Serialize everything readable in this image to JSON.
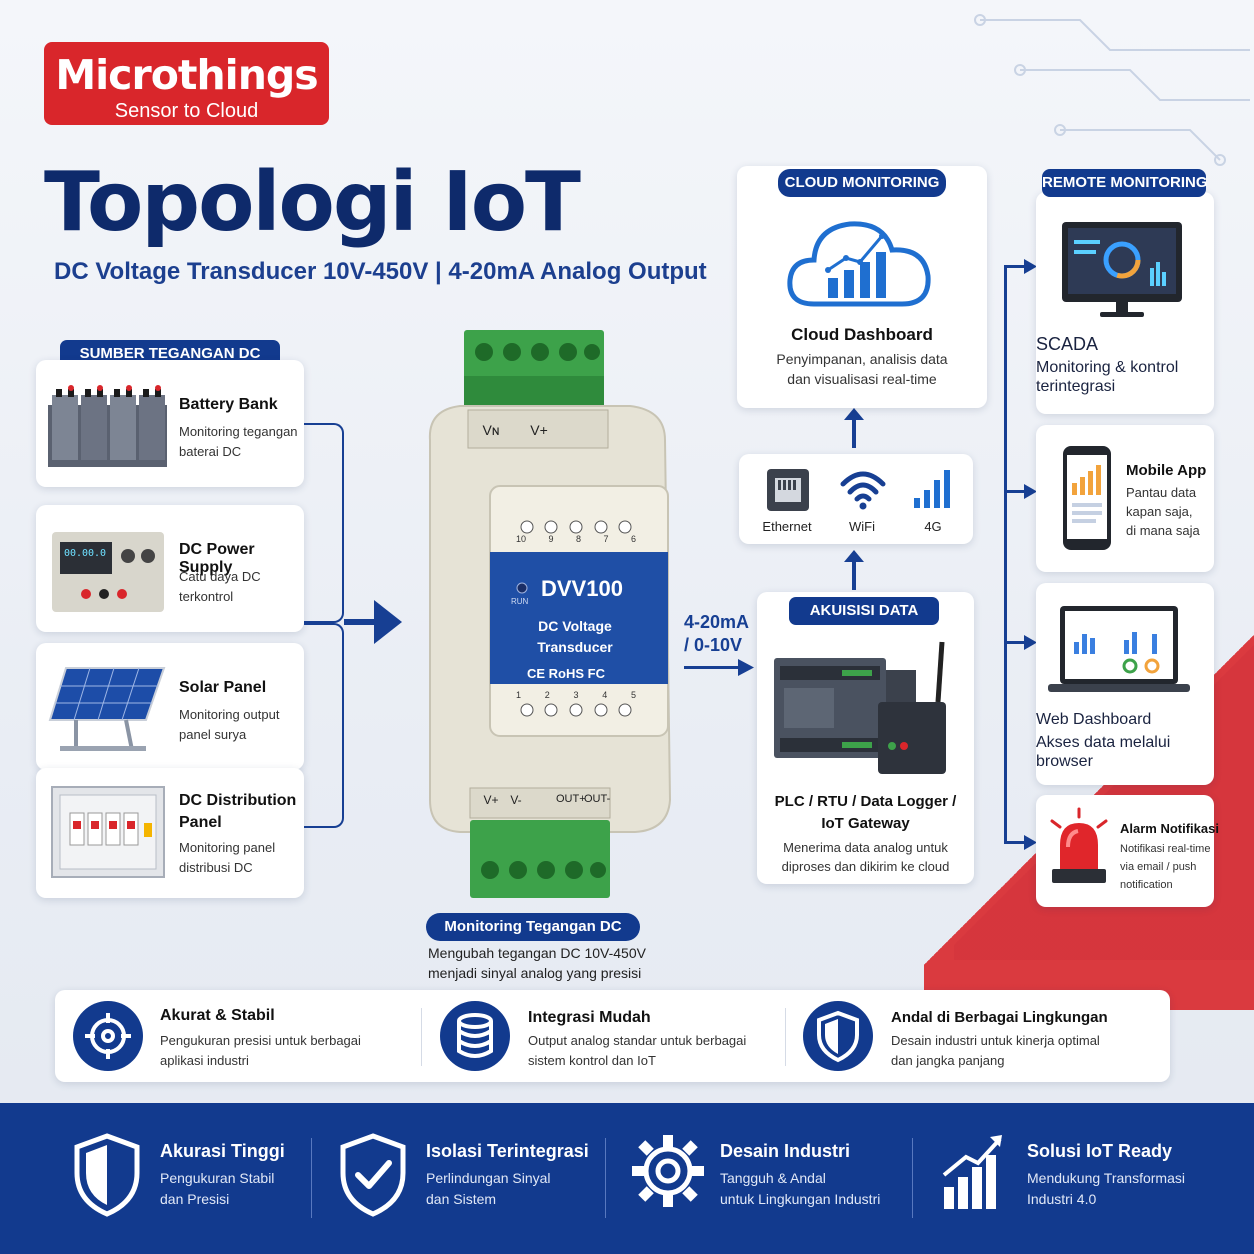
{
  "brand": {
    "name": "Microthings",
    "tagline": "Sensor to Cloud"
  },
  "title": "Topologi IoT",
  "subtitle": "DC Voltage Transducer 10V-450V | 4-20mA Analog Output",
  "sources": {
    "header": "SUMBER TEGANGAN DC",
    "items": [
      {
        "title": "Battery Bank",
        "desc": "Monitoring tegangan baterai DC",
        "icon": "battery-bank-icon"
      },
      {
        "title": "DC Power Supply",
        "desc": "Catu daya DC terkontrol",
        "icon": "power-supply-icon"
      },
      {
        "title": "Solar Panel",
        "desc": "Monitoring output panel surya",
        "icon": "solar-panel-icon"
      },
      {
        "title": "DC Distribution Panel",
        "desc": "Monitoring panel distribusi DC",
        "icon": "distribution-panel-icon"
      }
    ]
  },
  "device": {
    "model": "DVV100",
    "name_line1": "DC Voltage",
    "name_line2": "Transducer",
    "run": "RUN",
    "certs": "CE RoHS FC",
    "top_terminals": [
      "Vɴ",
      "V+",
      "",
      "",
      ""
    ],
    "top_numbers": [
      "10",
      "9",
      "8",
      "7",
      "6"
    ],
    "bottom_numbers": [
      "1",
      "2",
      "3",
      "4",
      "5"
    ],
    "bottom_terminals": [
      "V+",
      "V-",
      "",
      "OUT+",
      "OUT-"
    ],
    "caption_pill": "Monitoring Tegangan DC",
    "caption_line1": "Mengubah tegangan DC 10V-450V",
    "caption_line2": "menjadi sinyal analog yang presisi"
  },
  "signal": {
    "line1": "4-20mA",
    "line2": "/ 0-10V"
  },
  "acquisition": {
    "header": "AKUISISI DATA",
    "title_line1": "PLC / RTU / Data Logger /",
    "title_line2": "IoT Gateway",
    "desc_line1": "Menerima data analog untuk",
    "desc_line2": "diproses dan dikirim ke cloud"
  },
  "connectivity": [
    {
      "label": "Ethernet",
      "icon": "ethernet-icon"
    },
    {
      "label": "WiFi",
      "icon": "wifi-icon"
    },
    {
      "label": "4G",
      "icon": "signal-4g-icon"
    }
  ],
  "cloud": {
    "header": "CLOUD MONITORING",
    "title": "Cloud Dashboard",
    "desc_line1": "Penyimpanan, analisis data",
    "desc_line2": "dan visualisasi real-time"
  },
  "remote": {
    "header": "REMOTE MONITORING",
    "scada": {
      "title": "SCADA",
      "desc_line1": "Monitoring & kontrol",
      "desc_line2": "terintegrasi"
    },
    "mobile": {
      "title": "Mobile App",
      "desc_line1": "Pantau data",
      "desc_line2": "kapan saja,",
      "desc_line3": "di mana saja"
    },
    "web": {
      "title": "Web Dashboard",
      "desc_line1": "Akses data melalui",
      "desc_line2": "browser"
    },
    "alarm": {
      "title": "Alarm Notifikasi",
      "desc_line1": "Notifikasi real-time",
      "desc_line2": "via email / push",
      "desc_line3": "notification"
    }
  },
  "features": [
    {
      "title": "Akurat & Stabil",
      "desc_line1": "Pengukuran presisi untuk berbagai",
      "desc_line2": "aplikasi industri",
      "icon": "crosshair-icon"
    },
    {
      "title": "Integrasi Mudah",
      "desc_line1": "Output analog standar untuk berbagai",
      "desc_line2": "sistem kontrol dan IoT",
      "icon": "database-icon"
    },
    {
      "title": "Andal di Berbagai Lingkungan",
      "desc_line1": "Desain industri untuk kinerja optimal",
      "desc_line2": "dan jangka panjang",
      "icon": "shield-icon"
    }
  ],
  "footer": [
    {
      "title": "Akurasi Tinggi",
      "desc_line1": "Pengukuran Stabil",
      "desc_line2": "dan Presisi",
      "icon": "shield-icon"
    },
    {
      "title": "Isolasi Terintegrasi",
      "desc_line1": "Perlindungan Sinyal",
      "desc_line2": "dan Sistem",
      "icon": "shield-check-icon"
    },
    {
      "title": "Desain Industri",
      "desc_line1": "Tangguh & Andal",
      "desc_line2": "untuk Lingkungan Industri",
      "icon": "gear-icon"
    },
    {
      "title": "Solusi IoT Ready",
      "desc_line1": "Mendukung Transformasi",
      "desc_line2": "Industri 4.0",
      "icon": "growth-chart-icon"
    }
  ],
  "colors": {
    "brand_red": "#d9262b",
    "navy": "#123a8e",
    "device_blue": "#1f4fa6",
    "terminal_green": "#3da24a"
  }
}
